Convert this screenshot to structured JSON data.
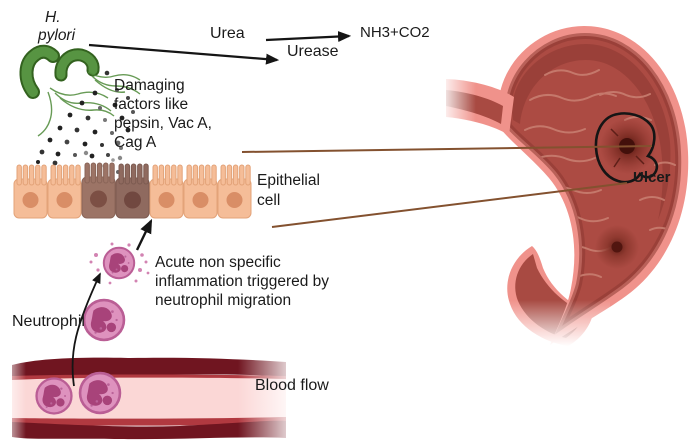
{
  "labels": {
    "h_pylori_line1": "H.",
    "h_pylori_line2": "pylori",
    "urea": "Urea",
    "urease": "Urease",
    "reaction_product": "NH3+CO2",
    "damaging_factors": "Damaging\nfactors like\npepsin, Vac A,\nCag A",
    "epithelial_cell": "Epithelial\ncell",
    "inflammation": "Acute non specific\ninflammation triggered by\nneutrophil migration",
    "neutrophil": "Neutrophil",
    "blood_flow": "Blood flow",
    "ulcer": "Ulcer"
  },
  "colors": {
    "bacteria_green": "#4E8A39",
    "epithelial_light": "#F5BD98",
    "epithelial_light_nucleus": "#D98E66",
    "epithelial_dark": "#9C7466",
    "epithelial_dark_nucleus": "#7C4F44",
    "neutrophil_body": "#DE92BE",
    "neutrophil_nucleus": "#A8437A",
    "vessel_wall": "#701520",
    "vessel_lumen": "#FBD7D6",
    "stomach_outer": "#F0928B",
    "stomach_inner": "#A84A42",
    "pointer_line": "#83512F",
    "text": "#1A1A1A"
  }
}
